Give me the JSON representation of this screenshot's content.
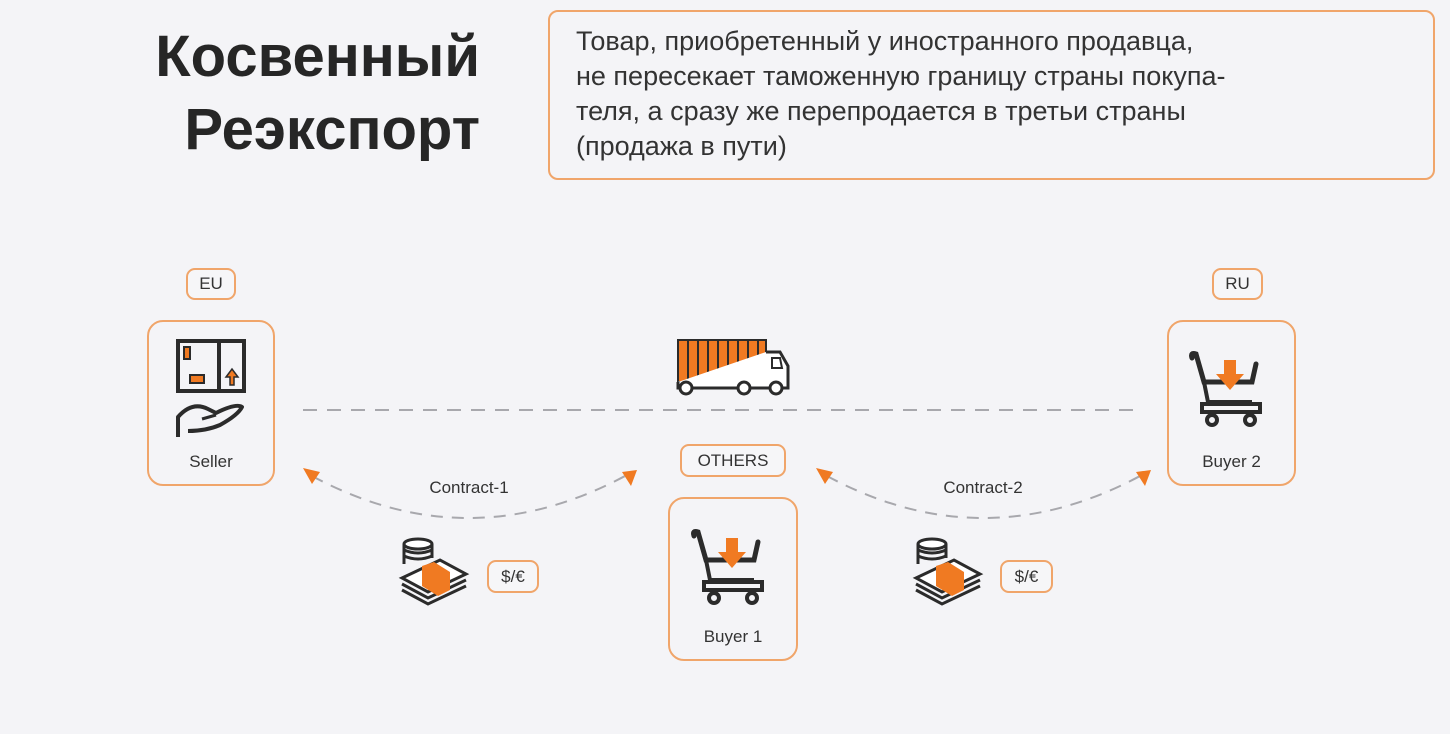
{
  "title": {
    "line1": "Косвенный",
    "line2": "Реэкспорт"
  },
  "description": {
    "lines": [
      "Товар, приобретенный у иностранного продавца,",
      "не пересекает таможенную границу страны покупа-",
      "теля, а сразу же перепродается в третьи страны",
      "(продажа в пути)"
    ]
  },
  "parties": {
    "seller": {
      "region": "EU",
      "label": "Seller",
      "icon": "seller-box-hand-icon"
    },
    "buyer1": {
      "region": "OTHERS",
      "label": "Buyer 1",
      "icon": "cart-icon"
    },
    "buyer2": {
      "region": "RU",
      "label": "Buyer 2",
      "icon": "cart-icon"
    }
  },
  "flows": {
    "contract1": {
      "label": "Contract-1",
      "payment": "$/€"
    },
    "contract2": {
      "label": "Contract-2",
      "payment": "$/€"
    },
    "transport_icon": "truck-icon"
  },
  "colors": {
    "accent": "#f07a22",
    "border": "#f0a56a",
    "background": "#f4f4f7"
  }
}
